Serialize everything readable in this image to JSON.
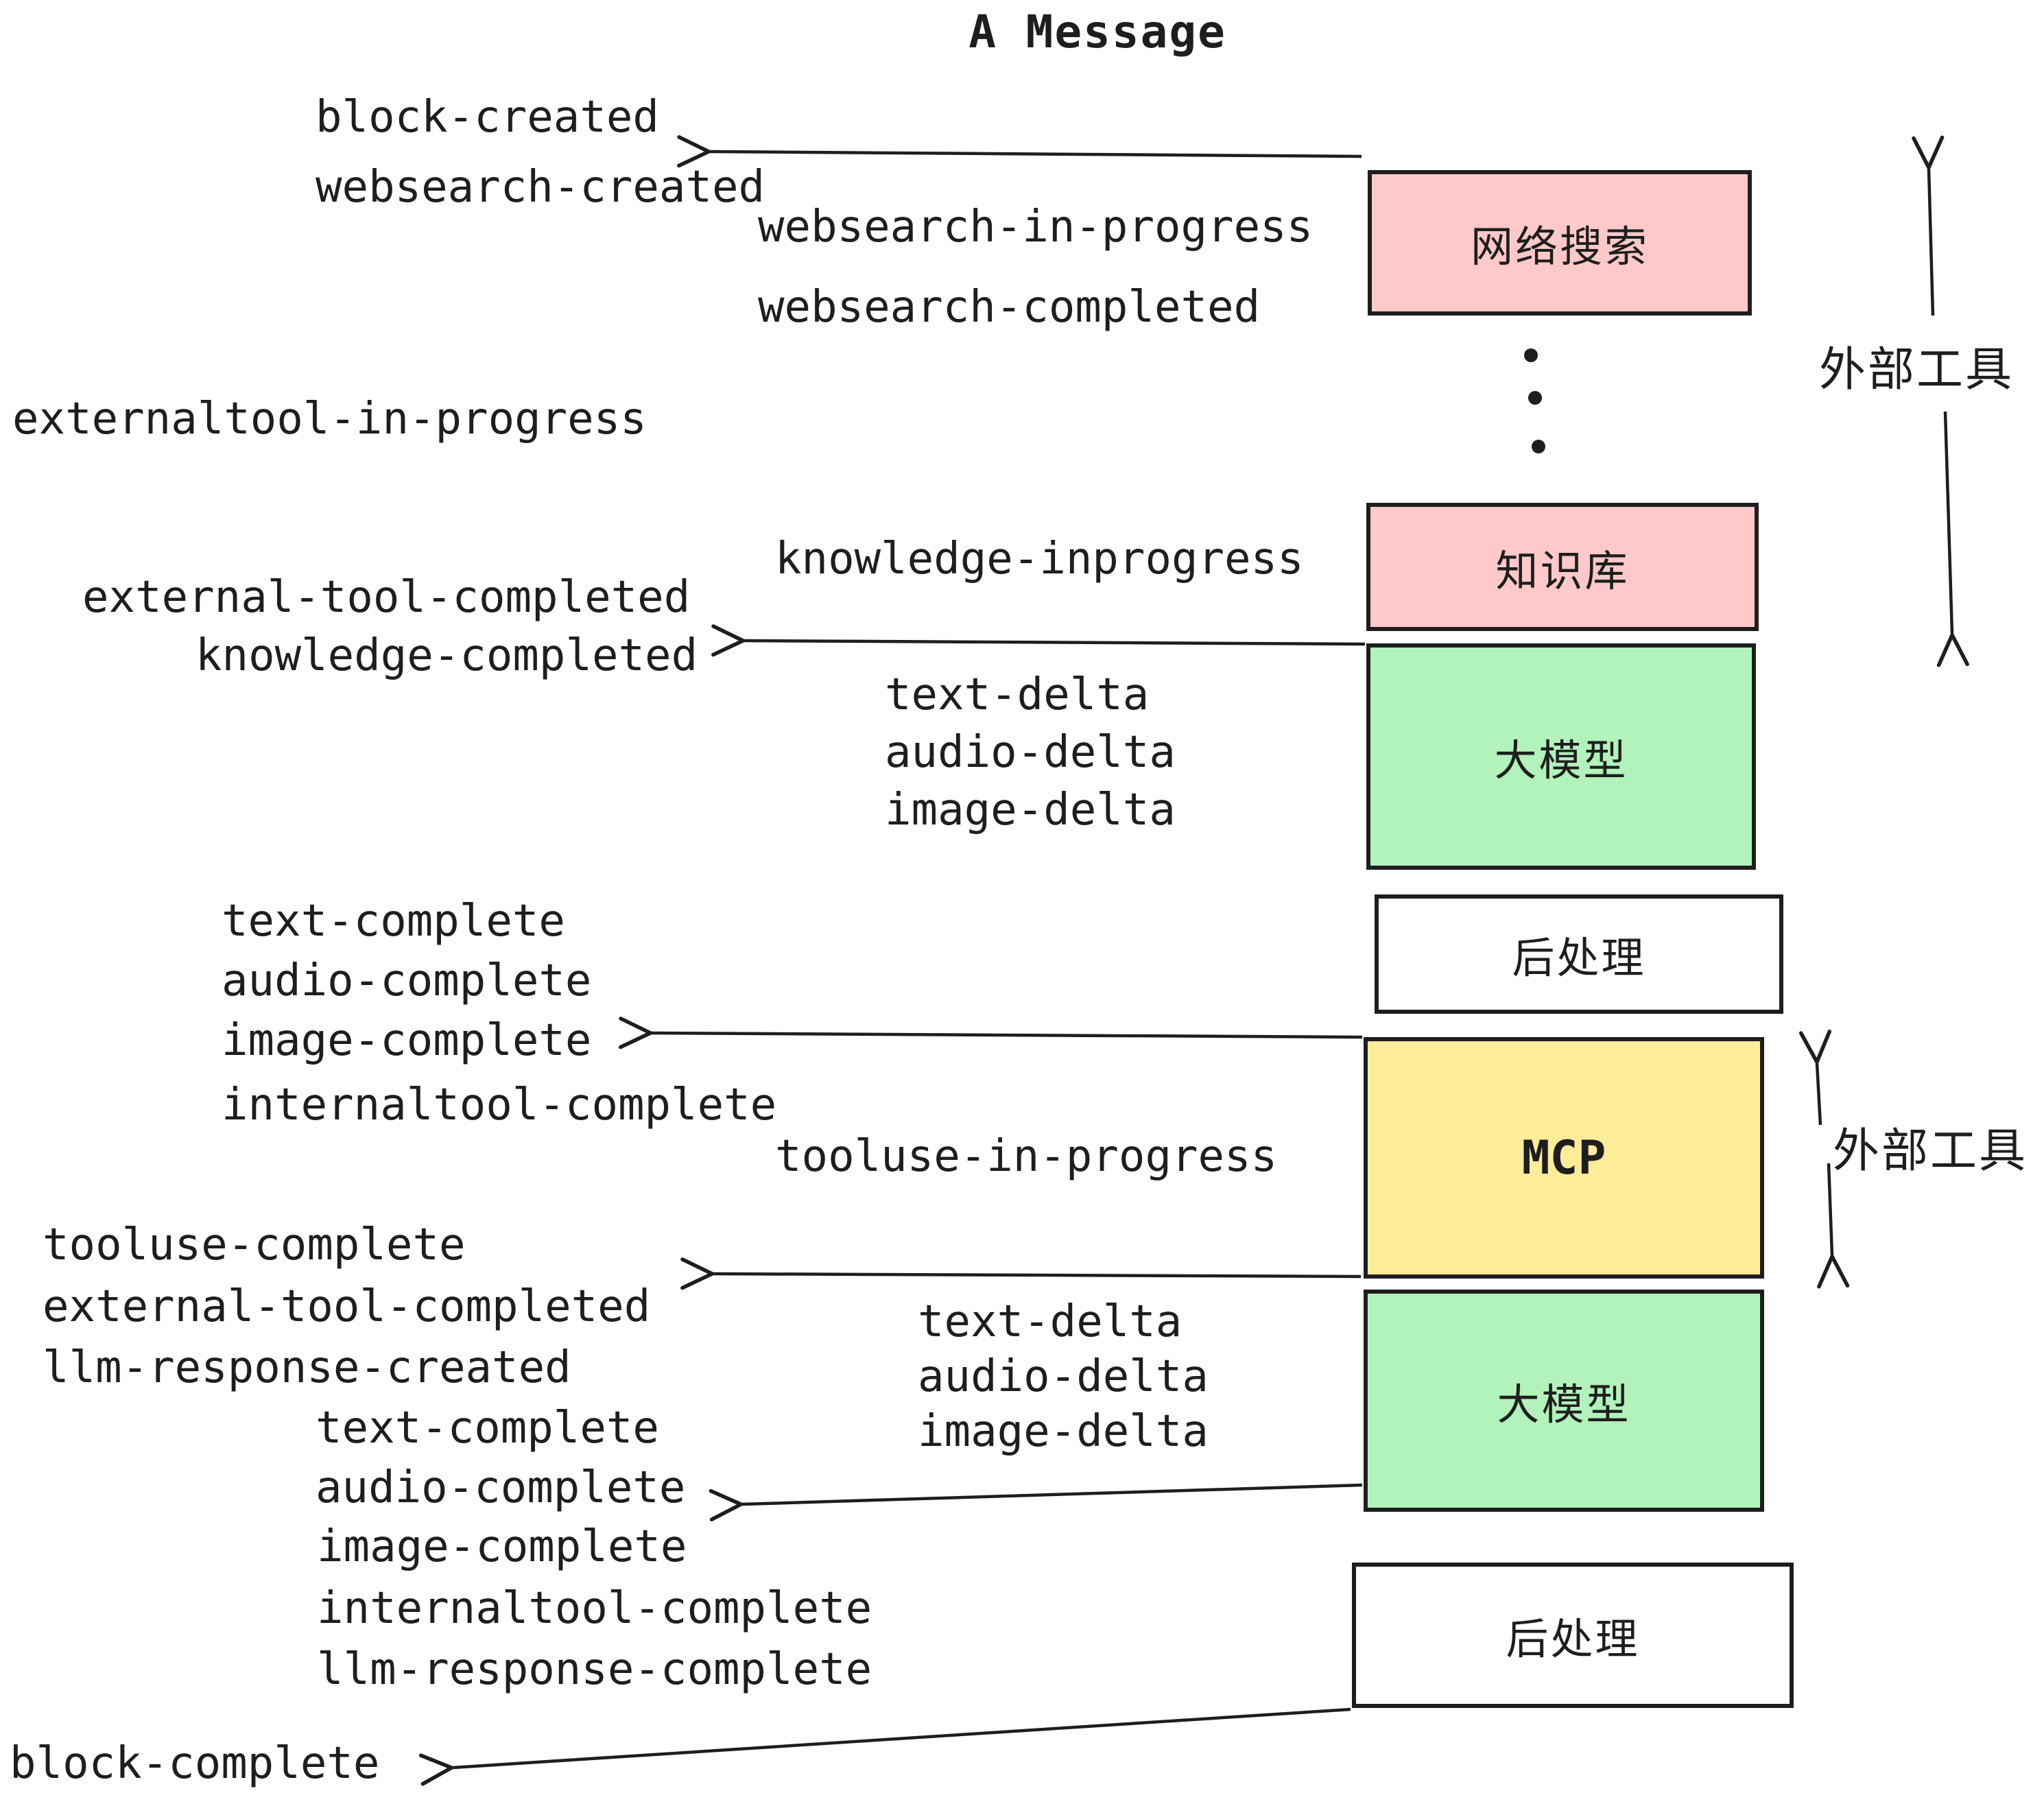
{
  "title": "A Message",
  "events": {
    "block_created": "block-created",
    "websearch_created": "websearch-created",
    "websearch_in_progress": "websearch-in-progress",
    "websearch_completed": "websearch-completed",
    "externaltool_in_progress": "externaltool-in-progress",
    "knowledge_inprogress": "knowledge-inprogress",
    "external_tool_completed": "external-tool-completed",
    "knowledge_completed": "knowledge-completed",
    "text_delta": "text-delta",
    "audio_delta": "audio-delta",
    "image_delta": "image-delta",
    "text_complete": "text-complete",
    "audio_complete": "audio-complete",
    "image_complete": "image-complete",
    "internaltool_complete": "internaltool-complete",
    "tooluse_in_progress": "tooluse-in-progress",
    "tooluse_complete": "tooluse-complete",
    "llm_response_created": "llm-response-created",
    "llm_response_complete": "llm-response-complete",
    "block_complete": "block-complete"
  },
  "boxes": {
    "web_search": {
      "label": "网络搜索",
      "fill": "#ffc9c9"
    },
    "knowledge_base": {
      "label": "知识库",
      "fill": "#ffc9c9"
    },
    "llm_top": {
      "label": "大模型",
      "fill": "#b2f2bb"
    },
    "post_process_top": {
      "label": "后处理",
      "fill": "#ffffff"
    },
    "mcp": {
      "label": "MCP",
      "fill": "#ffec99"
    },
    "llm_bottom": {
      "label": "大模型",
      "fill": "#b2f2bb"
    },
    "post_process_bottom": {
      "label": "后处理",
      "fill": "#ffffff"
    }
  },
  "side_labels": {
    "external_tools_top": "外部工具",
    "external_tools_bottom": "外部工具"
  },
  "colors": {
    "ink": "#1e1e1e",
    "pink": "#ffc9c9",
    "green": "#b2f2bb",
    "yellow": "#ffec99",
    "white": "#ffffff"
  }
}
